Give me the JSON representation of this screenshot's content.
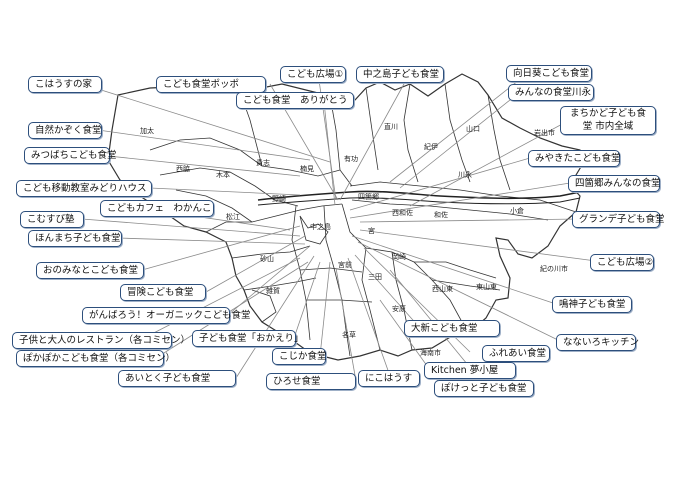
{
  "labels": [
    "こはうすの家",
    "自然かぞく食堂",
    "みつばちこども食堂",
    "こども移動教室みどりハウス",
    "こどもカフェ　わかんこ",
    "こむすび塾",
    "ほんまち子ども食堂",
    "おのみなとこども食堂",
    "冒険こども食堂",
    "がんばろう！オーガニックこども食堂",
    "子供と大人のレストラン（各コミセン）",
    "ぽかぽかこども食堂（各コミセン）",
    "あいとく子ども食堂",
    "こども食堂ポッポ",
    "こども広場①",
    "こども食堂　ありがとう",
    "中之島子ども食堂",
    "子ども食堂「おかえり」",
    "こじか食堂",
    "ひろせ食堂",
    "にこはうす",
    "大新こども食堂",
    "ふれあい食堂",
    "Kitchen 夢小屋",
    "ぽけっと子ども食堂",
    "向日葵こども食堂",
    "みんなの食堂川永",
    "まちかど子ども食堂 市内全域",
    "みやきたこども食堂",
    "四箇郷みんなの食堂",
    "グランデ子ども食堂",
    "こども広場②",
    "鳴神子ども食堂",
    "なないろキッチン"
  ],
  "districts": [
    "加太",
    "西脇",
    "木本",
    "貴志",
    "楠見",
    "有功",
    "直川",
    "紀伊",
    "山口",
    "川永",
    "岩出市",
    "小倉",
    "紀の川市",
    "野崎",
    "松江",
    "四箇郷",
    "西和佐",
    "和佐",
    "宮",
    "岡崎",
    "西山東",
    "東山東",
    "雑賀",
    "三田",
    "安原",
    "名草",
    "海南市",
    "砂山",
    "中之島",
    "宮前"
  ],
  "colors": {
    "box_border": "#2d4f7c",
    "leader": "#8a8a8a",
    "boundary": "#333333"
  }
}
